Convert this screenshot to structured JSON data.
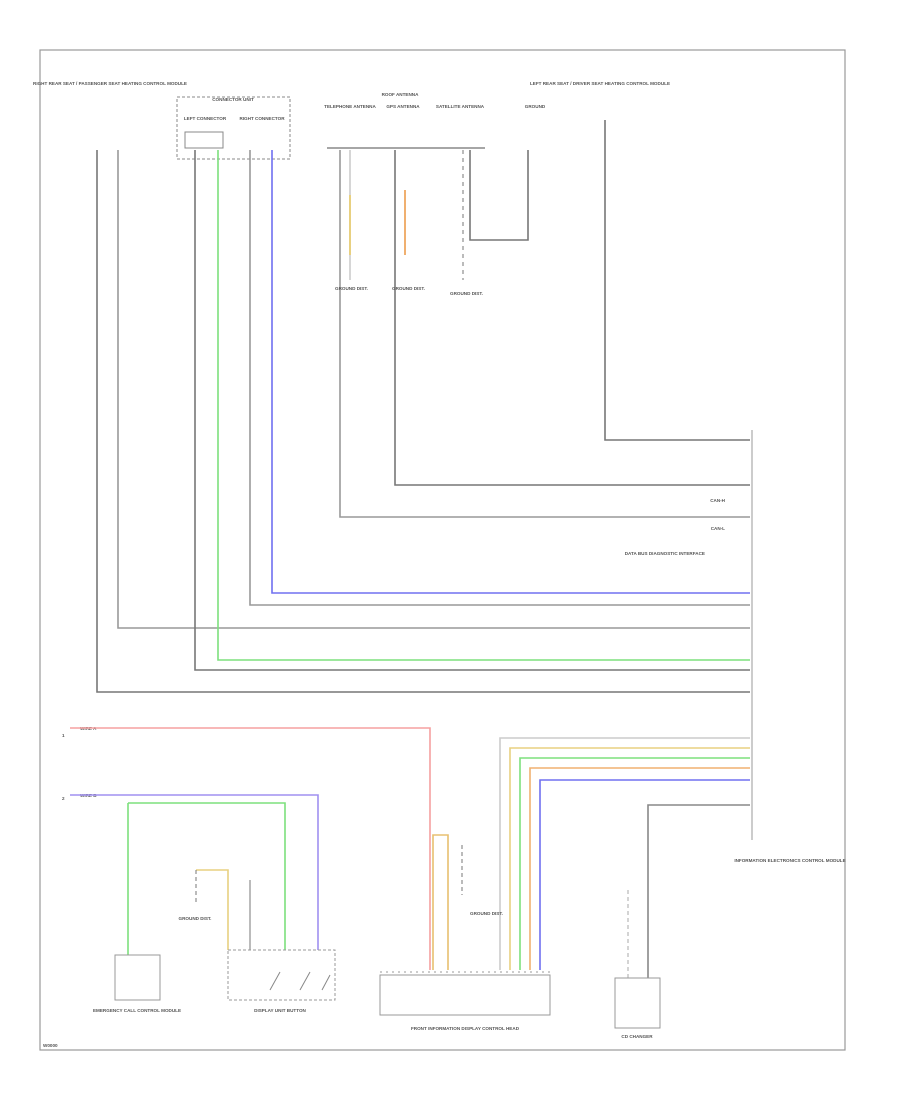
{
  "diagram": {
    "footer_code": "W0000",
    "components": {
      "top_left_module": "RIGHT REAR SEAT / PASSENGER SEAT HEATING CONTROL MODULE",
      "connector_unit": "CONNECTOR UNIT",
      "left_connector": "LEFT CONNECTOR",
      "right_connector": "RIGHT CONNECTOR",
      "roof_antenna": "ROOF ANTENNA",
      "telephone_antenna": "TELEPHONE ANTENNA",
      "gps_antenna": "GPS ANTENNA",
      "satellite_antenna": "SATELLITE ANTENNA",
      "ground": "GROUND",
      "top_right_module": "LEFT REAR SEAT / DRIVER SEAT HEATING CONTROL MODULE",
      "right_bus_label": "DATA BUS DIAGNOSTIC INTERFACE",
      "info_module": "INFORMATION ELECTRONICS CONTROL MODULE",
      "emergency_module": "EMERGENCY CALL CONTROL MODULE",
      "display_button": "DISPLAY UNIT BUTTON",
      "display_module": "FRONT INFORMATION DISPLAY CONTROL HEAD",
      "cd_changer": "CD CHANGER",
      "ground_note_1": "GROUND DIST.",
      "ground_note_2": "GROUND DIST.",
      "ground_note_3": "GROUND DIST.",
      "ground_note_4": "GROUND DIST.",
      "ground_note_5": "GROUND DIST."
    },
    "circuit_labels": {
      "can_h": "CAN-H",
      "can_l": "CAN-L",
      "wire_a": "WIRE A",
      "wire_b": "WIRE B",
      "in_a": "1",
      "in_b": "2"
    },
    "wire_colors": {
      "red": "#f5a0a0",
      "purple": "#c070d0",
      "green": "#7de07d",
      "blue": "#7070f0",
      "yellow": "#e8d080",
      "orange": "#f0b070",
      "gray": "#777777"
    }
  }
}
